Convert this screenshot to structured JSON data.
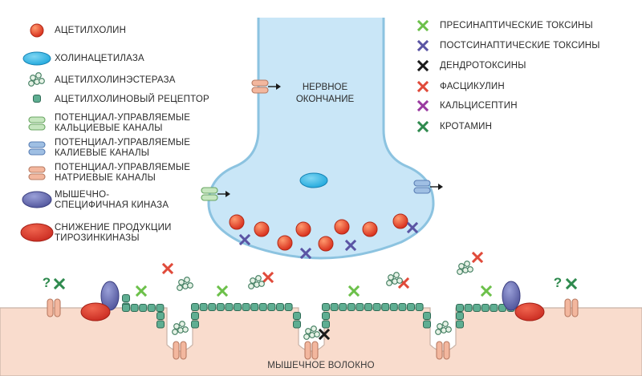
{
  "legend_left": [
    {
      "icon": "acetylcholine-icon",
      "label": "АЦЕТИЛХОЛИН"
    },
    {
      "icon": "choline-acetylase-icon",
      "label": "ХОЛИНАЦЕТИЛАЗА"
    },
    {
      "icon": "acetylcholinesterase-icon",
      "label": "АЦЕТИЛХОЛИНЭСТЕРАЗА"
    },
    {
      "icon": "acetylcholine-receptor-icon",
      "label": "АЦЕТИЛХОЛИНОВЫЙ РЕЦЕПТОР"
    },
    {
      "icon": "calcium-channel-icon",
      "label": "ПОТЕНЦИАЛ-УПРАВЛЯЕМЫЕ\nКАЛЬЦИЕВЫЕ КАНАЛЫ"
    },
    {
      "icon": "potassium-channel-icon",
      "label": "ПОТЕНЦИАЛ-УПРАВЛЯЕМЫЕ\nКАЛИЕВЫЕ КАНАЛЫ"
    },
    {
      "icon": "sodium-channel-icon",
      "label": "ПОТЕНЦИАЛ-УПРАВЛЯЕМЫЕ\nНАТРИЕВЫЕ КАНАЛЫ"
    },
    {
      "icon": "muscle-specific-kinase-icon",
      "label": "МЫШЕЧНО-\nСПЕЦИФИЧНАЯ КИНАЗА"
    },
    {
      "icon": "tyrosine-kinase-decrease-icon",
      "label": "СНИЖЕНИЕ ПРОДУКЦИИ\nТИРОЗИНКИНАЗЫ"
    }
  ],
  "legend_right": [
    {
      "icon": "cross-icon",
      "color": "#6cc04a",
      "label": "ПРЕСИНАПТИЧЕСКИЕ ТОКСИНЫ"
    },
    {
      "icon": "cross-icon",
      "color": "#5a54a4",
      "label": "ПОСТСИНАПТИЧЕСКИЕ ТОКСИНЫ"
    },
    {
      "icon": "cross-icon",
      "color": "#1a1a1a",
      "label": "ДЕНДРОТОКСИНЫ"
    },
    {
      "icon": "cross-icon",
      "color": "#e04a3a",
      "label": "ФАСЦИКУЛИН"
    },
    {
      "icon": "cross-icon",
      "color": "#9a3aa0",
      "label": "КАЛЬЦИСЕПТИН"
    },
    {
      "icon": "cross-icon",
      "color": "#2f8a4e",
      "label": "КРОТАМИН"
    }
  ],
  "nerve_label": "НЕРВНОЕ\nОКОНЧАНИЕ",
  "muscle_label": "МЫШЕЧНОЕ ВОЛОКНО",
  "question_mark": "?",
  "colors": {
    "nerve_fill": "#c9e6f7",
    "nerve_stroke": "#8cc3e0",
    "muscle_fill": "#f9dccd",
    "acetylcholine": "#e8402a",
    "choline_acetylase": "#39b6e3",
    "receptor": "#5fae92",
    "calcium_channel": "#c6e6bf",
    "potassium_channel": "#9fbfe3",
    "sodium_channel": "#f3b79e",
    "kinase": "#6b6fb3",
    "tyrosine": "#d9362b"
  }
}
